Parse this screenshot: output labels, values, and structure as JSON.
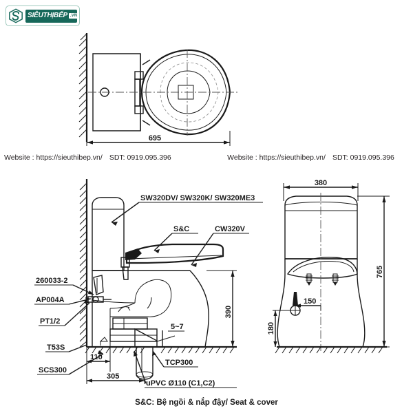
{
  "brand": {
    "logo_word": "SIÊUTHỊBẾP",
    "logo_badge": ".VN",
    "logo_color": "#16685a",
    "logo_icon": "hexagon-s-icon"
  },
  "contact": {
    "left": {
      "website_label": "Website : https://sieuthibep.vn/",
      "phone_label": "SDT: 0919.095.396"
    },
    "right": {
      "website_label": "Website : https://sieuthibep.vn/",
      "phone_label": "SDT: 0919.095.396"
    }
  },
  "drawing": {
    "top_view": {
      "title": "toilet-top-view",
      "dimension_width": "695"
    },
    "side_view": {
      "title": "toilet-side-section-view",
      "labels": {
        "tank_models": "SW320DV/ SW320K/ SW320ME3",
        "seat_cover": "S&C",
        "bowl_model": "CW320V",
        "part_260033": "260033-2",
        "part_ap004a": "AP004A",
        "part_pt12": "PT1/2",
        "part_t53s": "T53S",
        "part_scs300": "SCS300",
        "part_tcp300": "TCP300",
        "pipe_spec": "uPVC Ø110 (C1,C2)"
      },
      "dimensions": {
        "seat_height": "390",
        "gap": "5~7",
        "wall_offset": "110",
        "rough_in": "305"
      }
    },
    "front_view": {
      "title": "toilet-front-elevation-view",
      "dimensions": {
        "width": "380",
        "total_height": "765",
        "supply_offset_h": "150",
        "supply_offset_v": "180"
      }
    },
    "caption": "S&C: Bệ ngồi & nắp đậy/ Seat & cover"
  }
}
